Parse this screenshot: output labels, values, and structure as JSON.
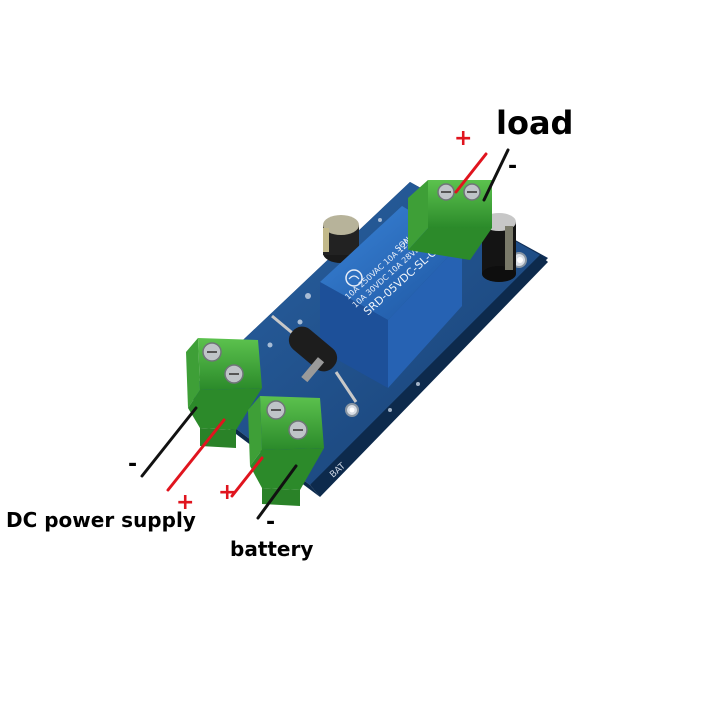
{
  "labels": {
    "load": "load",
    "dc_power_supply": "DC power supply",
    "battery": "battery"
  },
  "polarity": {
    "plus": "+",
    "minus": "-"
  },
  "relay": {
    "brand": "SONGLE",
    "model": "SRD-05VDC-SL-C",
    "rating_line1": "10A 250VAC 10A 125VAC",
    "rating_line2": "10A 30VDC 10A 28VDC"
  },
  "board": {
    "silk_bat": "BAT"
  },
  "colors": {
    "pcb": "#1f4f88",
    "terminal": "#3aa035",
    "relay": "#2a6dc2",
    "positive_wire": "#e0141e",
    "negative_wire": "#000000"
  }
}
